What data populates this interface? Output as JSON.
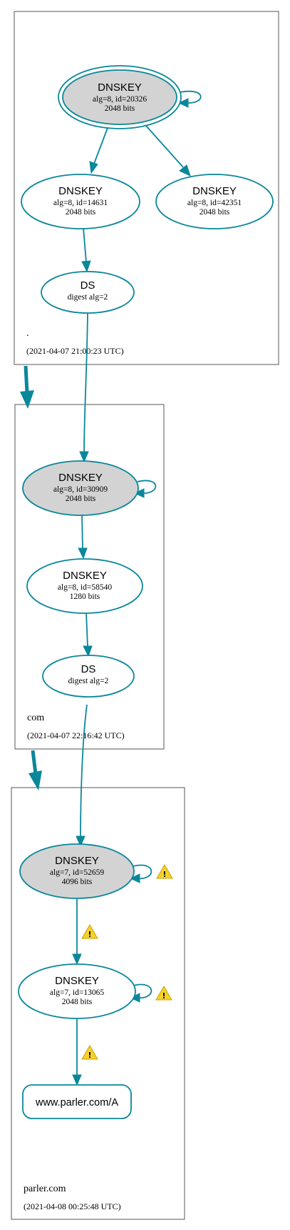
{
  "zones": [
    {
      "name": ".",
      "timestamp": "(2021-04-07 21:00:23 UTC)"
    },
    {
      "name": "com",
      "timestamp": "(2021-04-07 22:16:42 UTC)"
    },
    {
      "name": "parler.com",
      "timestamp": "(2021-04-08 00:25:48 UTC)"
    }
  ],
  "nodes": {
    "root_ksk": {
      "title": "DNSKEY",
      "line1": "alg=8, id=20326",
      "line2": "2048 bits"
    },
    "root_zsk1": {
      "title": "DNSKEY",
      "line1": "alg=8, id=14631",
      "line2": "2048 bits"
    },
    "root_zsk2": {
      "title": "DNSKEY",
      "line1": "alg=8, id=42351",
      "line2": "2048 bits"
    },
    "root_ds": {
      "title": "DS",
      "line1": "digest alg=2"
    },
    "com_ksk": {
      "title": "DNSKEY",
      "line1": "alg=8, id=30909",
      "line2": "2048 bits"
    },
    "com_zsk": {
      "title": "DNSKEY",
      "line1": "alg=8, id=58540",
      "line2": "1280 bits"
    },
    "com_ds": {
      "title": "DS",
      "line1": "digest alg=2"
    },
    "parler_ksk": {
      "title": "DNSKEY",
      "line1": "alg=7, id=52659",
      "line2": "4096 bits"
    },
    "parler_zsk": {
      "title": "DNSKEY",
      "line1": "alg=7, id=13065",
      "line2": "2048 bits"
    },
    "parler_rr": {
      "title": "www.parler.com/A"
    }
  },
  "warning_icon": "warning-triangle-icon",
  "colors": {
    "edge": "#0a879a",
    "ksk_fill": "#d3d3d3",
    "warning": "#f5d12b"
  }
}
